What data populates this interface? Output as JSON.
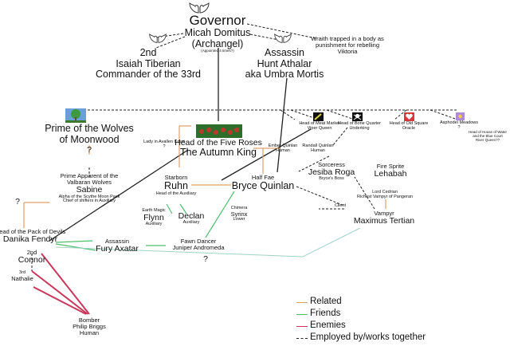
{
  "nodes": {
    "governor": {
      "title": "Governor",
      "line2": "Micah Domitus",
      "line3": "(Archangel)",
      "note": "(Appointed 4 times?)"
    },
    "wraith_note": {
      "line1": "Wraith trapped in a body as",
      "line2": "punishment for rebelling",
      "line3": "Viktoria"
    },
    "isaiah": {
      "line1": "2nd",
      "line2": "Isaiah Tiberian",
      "line3": "Commander of the 33rd"
    },
    "hunt": {
      "line1": "Assassin",
      "line2": "Hunt Athalar",
      "line3": "aka Umbra Mortis"
    },
    "prime_wolves": {
      "line1": "Prime of the Wolves",
      "line2": "of Moonwood"
    },
    "q_wolves": {
      "text": "?"
    },
    "autumn_king": {
      "line1": "Head of the Five Roses",
      "line2": "The Autumn King"
    },
    "lady_avallen": {
      "line1": "Lady in Avallen Court",
      "line2": "?"
    },
    "viper": {
      "line1": "Head of Meat Market",
      "line2": "Viper Queen"
    },
    "bone_quarter": {
      "line1": "Head of Bone Quarter",
      "line2": "Underking"
    },
    "old_square": {
      "line1": "Head of Old Square",
      "line2": "Oracle"
    },
    "asphodel": {
      "line1": "Asphodel Meadows",
      "line2": "?"
    },
    "water_note": {
      "line1": "Head of House of Water",
      "line2": "and the Blue Court",
      "line3": "River Queen??"
    },
    "ember": {
      "line1": "Ember Quinlan",
      "line2": "Human"
    },
    "randall": {
      "line1": "Randall Quinlan",
      "line2": "Human"
    },
    "prime_apparent": {
      "line1": "Prime Apparent of the",
      "line2": "Valbaran Wolves",
      "line3": "Sabine",
      "line4": "Alpha of the Scythe Moon Pack",
      "line5": "Chief of shifters in Auxiliary"
    },
    "q_left": {
      "text": "?"
    },
    "ruhn": {
      "line1": "Starborn",
      "line2": "Ruhn",
      "line3": "Head of the Auxiliary"
    },
    "bryce": {
      "line1": "Half Fae",
      "line2": "Bryce Quinlan"
    },
    "jesiba": {
      "line1": "Sorceress",
      "line2": "Jesiba Roga",
      "line3": "Bryce's Boss"
    },
    "lehabah": {
      "line1": "Fire Sprite",
      "line2": "Lehabah"
    },
    "flynn": {
      "line1": "Earth Magic",
      "line2": "Flynn",
      "line3": "Auxiliary"
    },
    "declan": {
      "line1": "Declan",
      "line2": "Auxiliary"
    },
    "syrinx": {
      "line1": "Chimera",
      "line2": "Syrinx",
      "line3": "Lower"
    },
    "client": {
      "text": "Client"
    },
    "lord_cedrian": {
      "line1": "Lord Cedrian",
      "line2": "Richest Vampyr of Pangeran"
    },
    "maximus": {
      "line1": "Vampyr",
      "line2": "Maximus Tertian"
    },
    "danika": {
      "line1": "Head of the Pack of Devils",
      "line2": "Danika Fendyr"
    },
    "fury": {
      "line1": "Assassin",
      "line2": "Fury Axatar"
    },
    "juniper": {
      "line1": "Fawn Dancer",
      "line2": "Juniper Andromeda"
    },
    "q_bottom": {
      "text": "?"
    },
    "connor": {
      "line1": "2nd",
      "line2": "Connor"
    },
    "nathalie": {
      "line1": "3rd",
      "line2": "Nathalie"
    },
    "bomber": {
      "line1": "Bomber",
      "line2": "Philip Briggs",
      "line3": "Human"
    }
  },
  "legend": {
    "related": "Related",
    "friends": "Friends",
    "enemies": "Enemies",
    "employed": "Employed by/works together"
  },
  "colors": {
    "related": "#e0a066",
    "friends": "#4fbf6f",
    "enemies": "#c8385a",
    "employed": "#222222",
    "friends_light": "#9ed4c2"
  },
  "icons": {
    "angel_wings": "wings-icon",
    "tree": "tree-icon",
    "roses": "roses-banner-icon",
    "viper": "snake-icon",
    "bone": "skull-crossbones-icon",
    "oracle": "heart-icon",
    "asphodel": "flower-icon"
  }
}
